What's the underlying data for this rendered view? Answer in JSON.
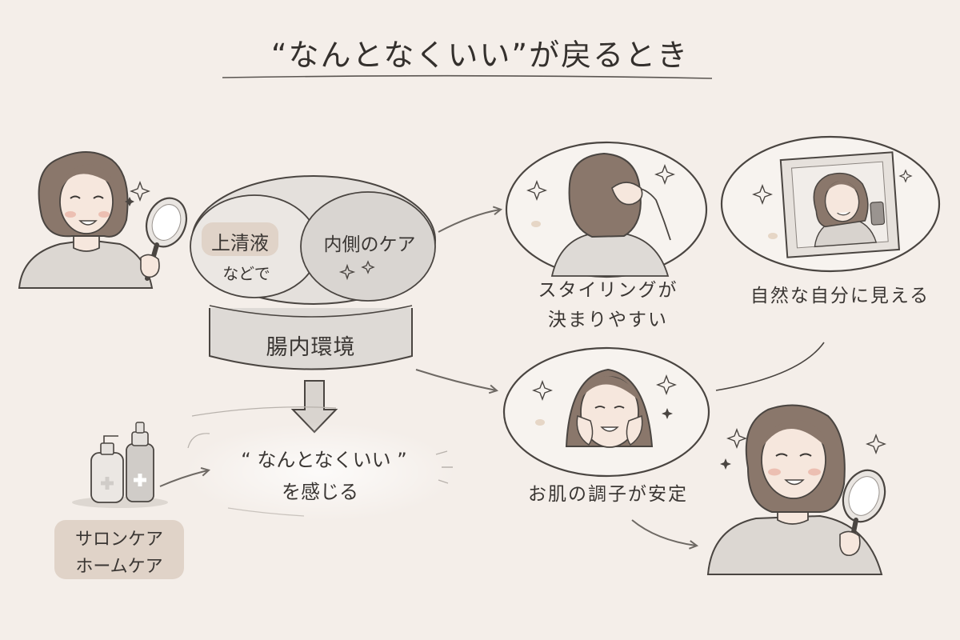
{
  "title": "“なんとなくいい”が戻るとき",
  "center": {
    "left_circle": {
      "chip": "上清液",
      "sub": "などで"
    },
    "right_circle": {
      "label": "内側のケア"
    },
    "base": "腸内環境"
  },
  "feeling": {
    "line1": "“ なんとなくいい ”",
    "line2": "を感じる"
  },
  "care_chip": {
    "line1": "サロンケア",
    "line2": "ホームケア"
  },
  "effects": {
    "styling": {
      "line1": "スタイリングが",
      "line2": "決まりやすい"
    },
    "natural": {
      "label": "自然な自分に見える"
    },
    "skin": {
      "label": "お肌の調子が安定"
    }
  },
  "colors": {
    "background": "#f4eee9",
    "chip": "#e0d3c8",
    "stroke": "#4a4541",
    "gray_fill": "#dedad6",
    "hair": "#8a776b",
    "skin": "#f6e7dd",
    "cheek": "#eab5a8"
  }
}
